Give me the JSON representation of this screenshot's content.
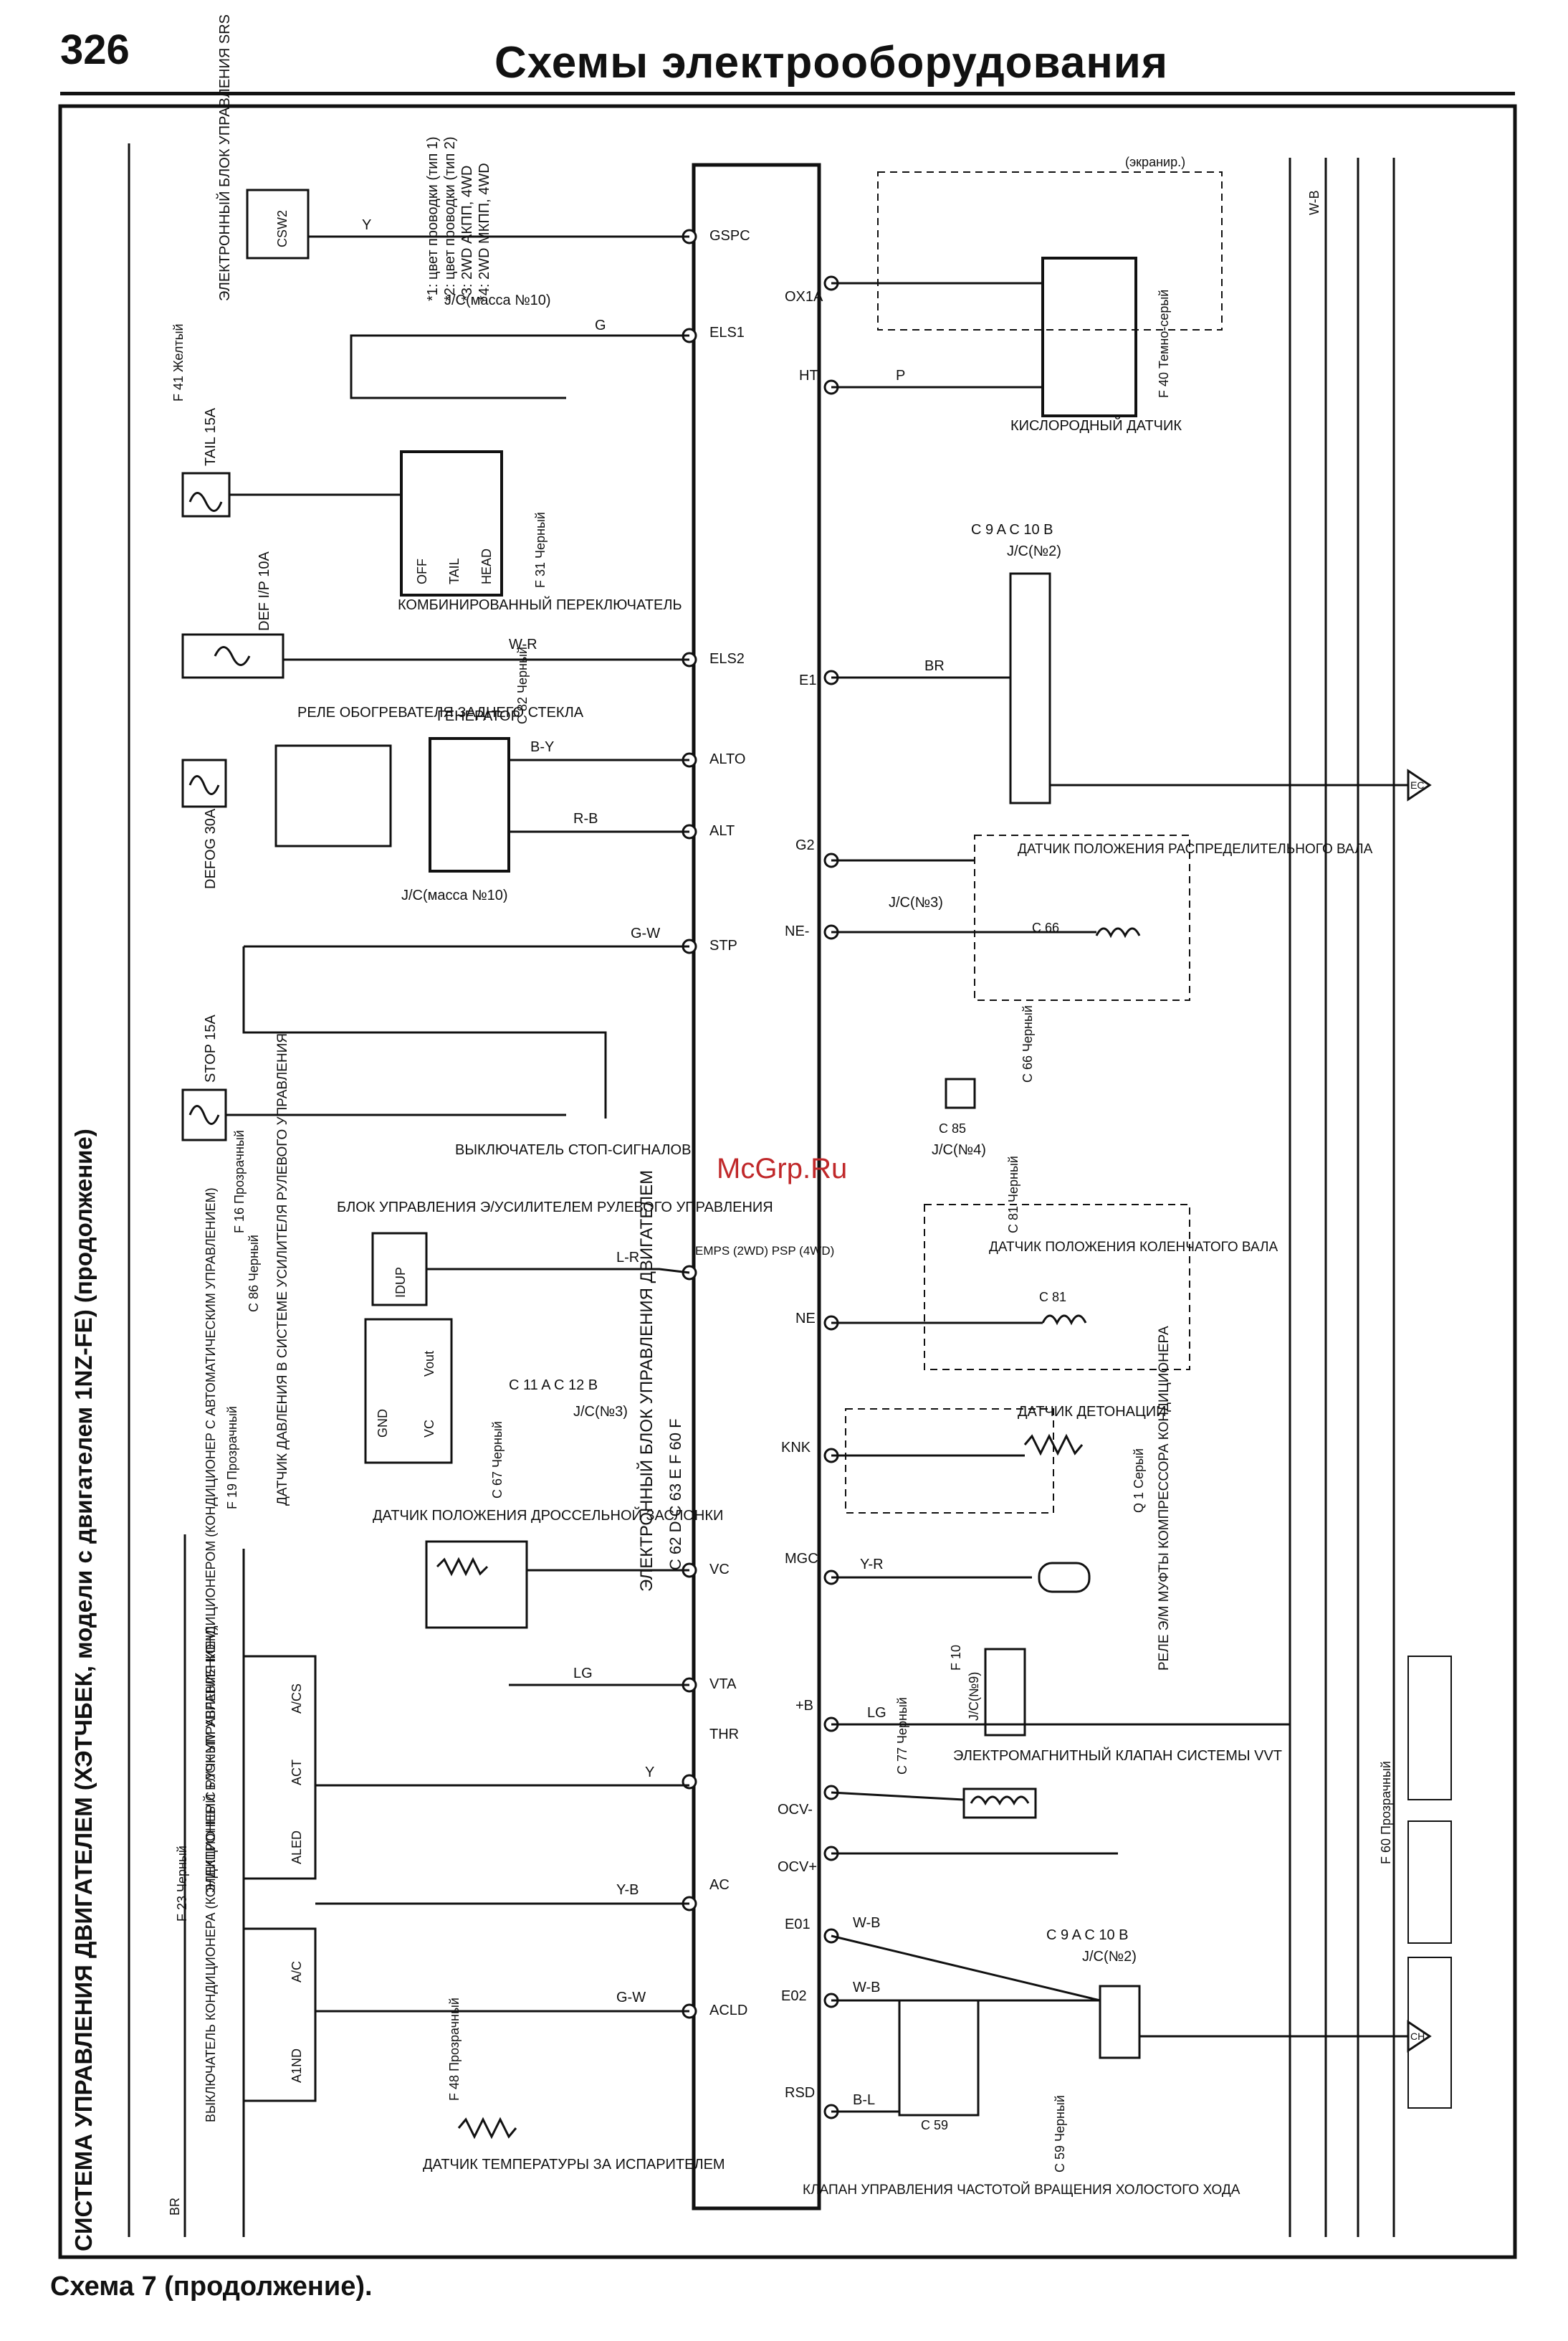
{
  "header": {
    "page_number": "326",
    "title": "Схемы электрооборудования"
  },
  "caption": "Схема 7 (продолжение).",
  "watermark": "McGrp.Ru",
  "rotated_title": "СИСТЕМА УПРАВЛЕНИЯ ДВИГАТЕЛЕМ (ХЭТЧБЕК, модели с двигателем 1NZ-FE) (продолжение)",
  "notes": [
    "*1: цвет проводки (тип 1)",
    "*2: цвет проводки (тип 2)",
    "*3: 2WD АКПП, 4WD",
    "*4: 2WD МКПП, 4WD"
  ],
  "left_components": {
    "srs_unit": "ЭЛЕКТРОННЫЙ БЛОК УПРАВЛЕНИЯ SRS",
    "srs_pin": "CSW2",
    "combination_switch": "КОМБИНИРОВАННЫЙ ПЕРЕКЛЮЧАТЕЛЬ",
    "switch_positions": [
      "OFF",
      "TAIL",
      "HEAD"
    ],
    "f31_black": "F 31 Черный",
    "f41_yellow": "F 41 Желтый",
    "tail_fuse": "TAIL 15A",
    "def_fuse": "DEF I/P 10A",
    "defog_fuse": "DEFOG 30A",
    "defog_relay": "РЕЛЕ ОБОГРЕВАТЕЛЯ ЗАДНЕГО СТЕКЛА",
    "generator": "ГЕНЕРАТОР",
    "c82_black": "C 82 Черный",
    "stop_fuse": "STOP 15A",
    "stop_switch": "ВЫКЛЮЧАТЕЛЬ СТОП-СИГНАЛОВ",
    "eps_unit": "БЛОК УПРАВЛЕНИЯ Э/УСИЛИТЕЛЕМ РУЛЕВОГО УПРАВЛЕНИЯ",
    "eps_pin": "IDUP",
    "pressure_sensor": "ДАТЧИК ДАВЛЕНИЯ В СИСТЕМЕ УСИЛИТЕЛЯ РУЛЕВОГО УПРАВЛЕНИЯ",
    "pressure_pins": [
      "Vout",
      "VC",
      "GND"
    ],
    "throttle_sensor": "ДАТЧИК ПОЛОЖЕНИЯ ДРОССЕЛЬНОЙ ЗАСЛОНКИ",
    "ac_auto_unit": "ЭЛЕКТРОННЫЙ БЛОК УПРАВЛЕНИЯ КОНДИЦИОНЕРОМ (КОНДИЦИОНЕР С АВТОМАТИЧЕСКИМ УПРАВЛЕНИЕМ)",
    "ac_auto_pins": [
      "A/CS",
      "ACT",
      "ALED"
    ],
    "ac_manual_switch": "ВЫКЛЮЧАТЕЛЬ КОНДИЦИОНЕРА (КОНДИЦИОНЕР С РУЧНЫМ УПРАВЛЕНИЕМ)",
    "ac_manual_pins": [
      "A/C",
      "A1ND"
    ],
    "evap_sensor": "ДАТЧИК ТЕМПЕРАТУРЫ ЗА ИСПАРИТЕЛЕМ",
    "f48_transparent": "F 48 Прозрачный",
    "f16_transparent": "F 16 Прозрачный",
    "f19_transparent": "F 19 Прозрачный",
    "f23_black": "F 23 Черный",
    "c86_black": "C 86 Черный",
    "c67_black": "C 67 Черный",
    "jc_mass10_a": "J/C(масса №10)",
    "jc_mass10_b": "J/C(масса №10)",
    "jc_no3_left": "J/C(№3)",
    "c11_c12": "C 11 A  C 12 B"
  },
  "ecu": {
    "label": "ЭЛЕКТРОННЫЙ БЛОК УПРАВЛЕНИЯ ДВИГАТЕЛЕМ",
    "connectors": "C 62 D  C 63 E  F 60 F",
    "left_pins": [
      "GSPC",
      "ELS1",
      "ELS2",
      "ALTO",
      "ALT",
      "STP",
      "EMPS (2WD) PSP (4WD)",
      "VC",
      "VTA",
      "THR",
      "AC",
      "ACLD"
    ],
    "right_pins": [
      "OX1A",
      "HT",
      "E1",
      "G2",
      "NE-",
      "NE",
      "KNK",
      "MGC",
      "+B",
      "OCV-",
      "OCV+",
      "E01",
      "E02",
      "RSD"
    ]
  },
  "right_components": {
    "oxygen_sensor": "КИСЛОРОДНЫЙ ДАТЧИК",
    "f40": "F 40 Темно-серый",
    "jc_no2_top": "J/C(№2)",
    "c9_c10": "C 9 A  C 10 B",
    "cam_sensor": "ДАТЧИК ПОЛОЖЕНИЯ РАСПРЕДЕЛИТЕЛЬНОГО ВАЛА",
    "c66": "C 66",
    "c66_black": "C 66 Черный",
    "jc_no3_right": "J/C(№3)",
    "c85": "C 85",
    "jc_no4": "J/C(№4)",
    "c81_black": "C 81 Черный",
    "crank_sensor": "ДАТЧИК ПОЛОЖЕНИЯ КОЛЕНЧАТОГО ВАЛА",
    "c81": "C 81",
    "knock_sensor": "ДАТЧИК ДЕТОНАЦИИ",
    "q1_gray": "Q 1 Серый",
    "ac_clutch_relay": "РЕЛЕ Э/М МУФТЫ КОМПРЕССОРА КОНДИЦИОНЕРА",
    "jc_no9": "J/C(№9)",
    "f10": "F 10",
    "c77_black": "C 77 Черный",
    "vvt_valve": "ЭЛЕКТРОМАГНИТНЫЙ КЛАПАН СИСТЕМЫ VVT",
    "jc_no2_bottom": "J/C(№2)",
    "c59_black": "C 59 Черный",
    "idle_valve": "КЛАПАН УПРАВЛЕНИЯ ЧАСТОТОЙ ВРАЩЕНИЯ ХОЛОСТОГО ХОДА",
    "c59": "C 59",
    "shield": "(экранир.)",
    "ground_ec": "EC",
    "ground_ch": "CH",
    "f60_transparent": "F 60 Прозрачный"
  },
  "wire_colors": {
    "gspc": "Y",
    "els1": "G",
    "els2": "W-R",
    "alto": "B-Y",
    "alt": "R-B",
    "stp": "G-W",
    "emps": "L-R",
    "vtA": "LG",
    "thr": "Y",
    "ac": "Y-B",
    "acld": "G-W",
    "ht": "P",
    "e1": "BR",
    "mgc": "Y-R",
    "plus_b": "LG",
    "e01": "W-B",
    "e02": "W-B",
    "rsd": "B-L",
    "left_ground": "BR",
    "right_bus": "W-B"
  }
}
